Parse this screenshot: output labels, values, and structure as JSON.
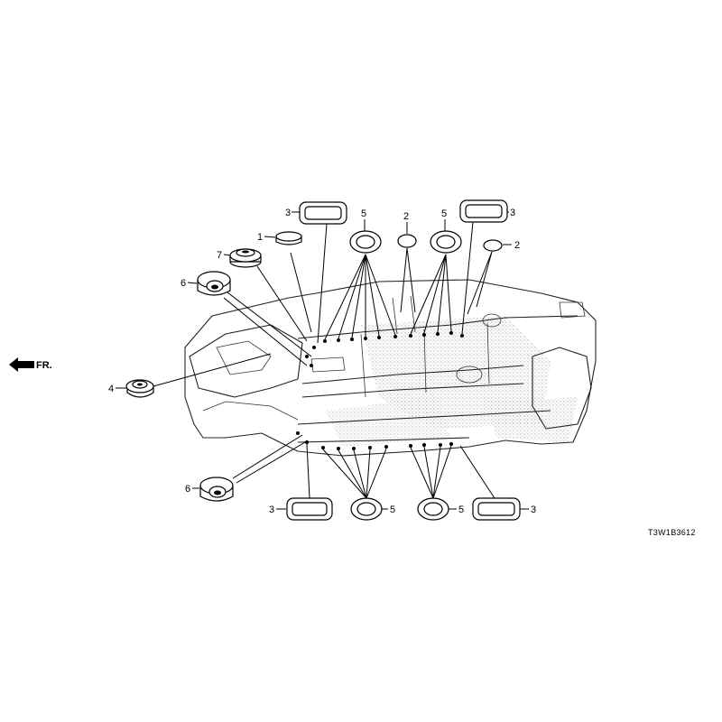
{
  "front_indicator": "FR.",
  "diagram_code": "T3W1B3612",
  "callouts": {
    "c1": "1",
    "c2_top": "2",
    "c2_right": "2",
    "c3_top_left": "3",
    "c3_top_right": "3",
    "c3_bottom_left": "3",
    "c3_bottom_right": "3",
    "c4": "4",
    "c5_top_left": "5",
    "c5_top_right": "5",
    "c5_bottom_left": "5",
    "c5_bottom_right": "5",
    "c6_top": "6",
    "c6_bottom": "6",
    "c7": "7"
  }
}
